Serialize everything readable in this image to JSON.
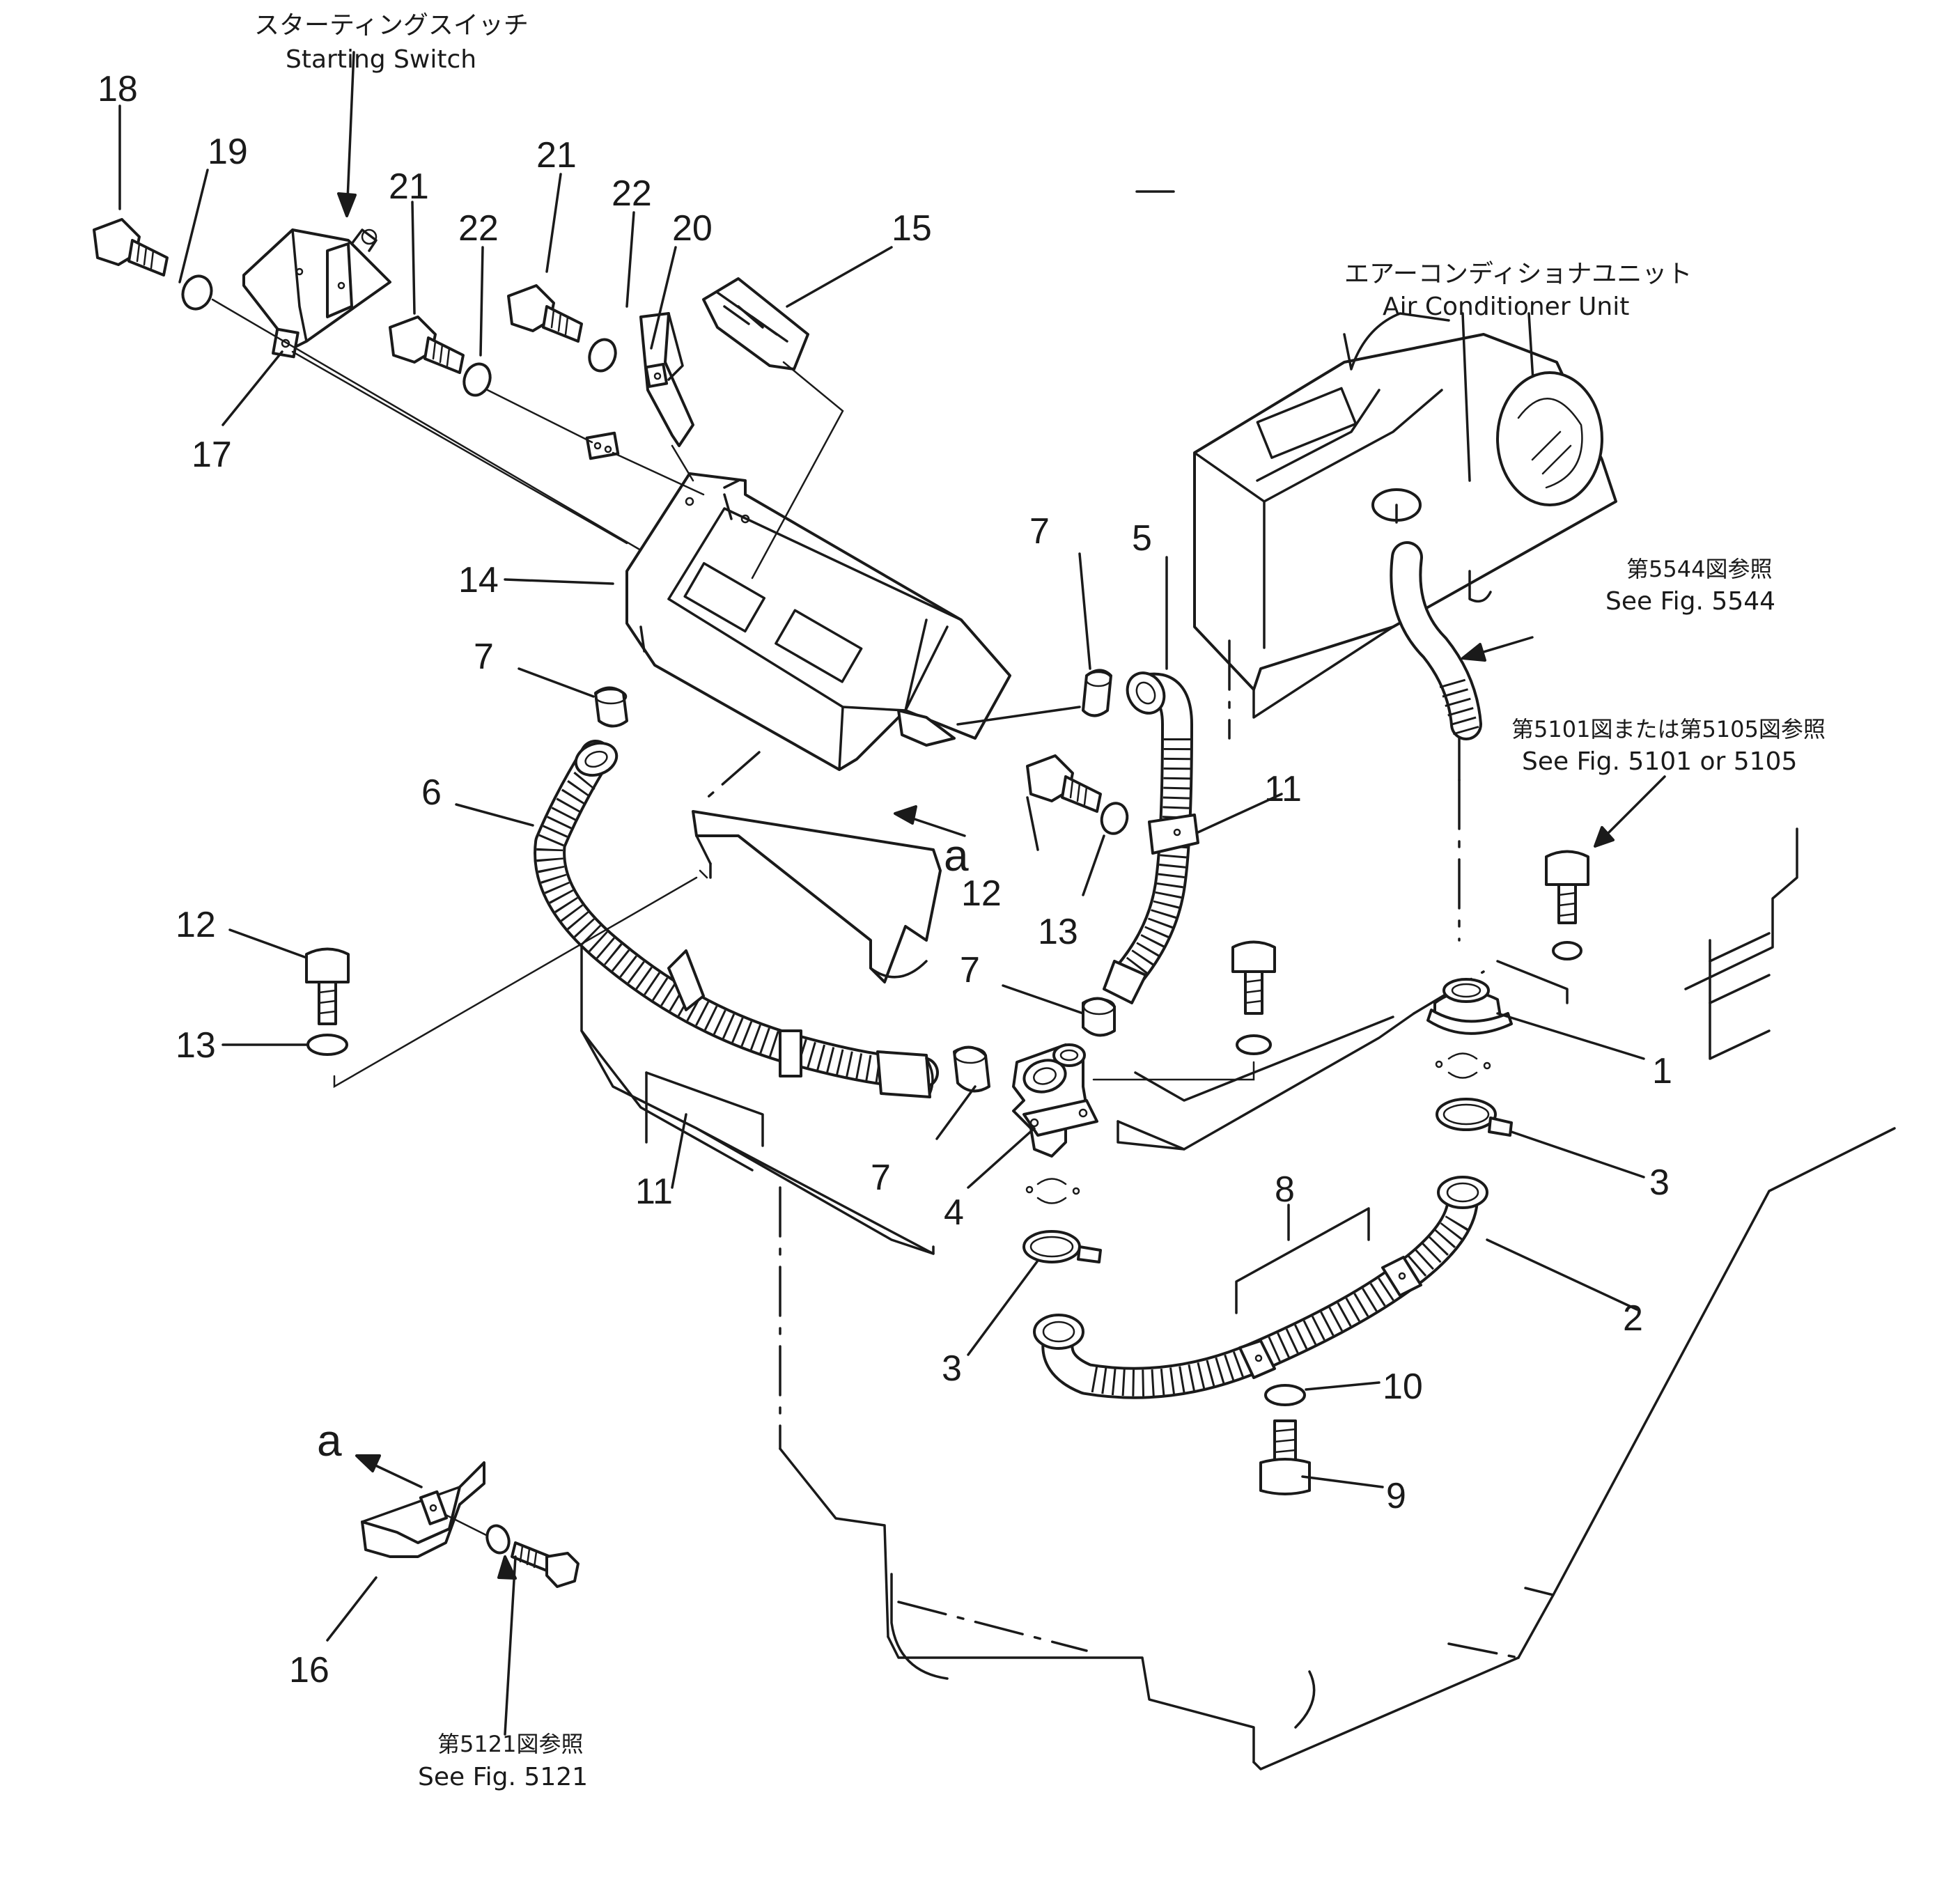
{
  "annotations": {
    "starting_switch_jp": "スターティングスイッチ",
    "starting_switch_en": "Starting Switch",
    "air_conditioner_jp": "エアーコンディショナユニット",
    "air_conditioner_en": "Air Conditioner Unit",
    "see_5544_jp": "第5544図参照",
    "see_5544_en": "See Fig. 5544",
    "see_5101_jp": "第5101図または第5105図参照",
    "see_5101_en": "See Fig. 5101 or 5105",
    "see_5121_jp": "第5121図参照",
    "see_5121_en": "See Fig. 5121",
    "view_a_upper": "a",
    "view_a_lower": "a"
  },
  "callouts": {
    "c1": "1",
    "c2": "2",
    "c3a": "3",
    "c3b": "3",
    "c4": "4",
    "c5": "5",
    "c6": "6",
    "c7a": "7",
    "c7b": "7",
    "c7c": "7",
    "c7d": "7",
    "c8": "8",
    "c9": "9",
    "c10": "10",
    "c11a": "11",
    "c11b": "11",
    "c12a": "12",
    "c12b": "12",
    "c13a": "13",
    "c13b": "13",
    "c14": "14",
    "c15": "15",
    "c16": "16",
    "c17": "17",
    "c18": "18",
    "c19": "19",
    "c20": "20",
    "c21a": "21",
    "c21b": "21",
    "c22a": "22",
    "c22b": "22"
  }
}
